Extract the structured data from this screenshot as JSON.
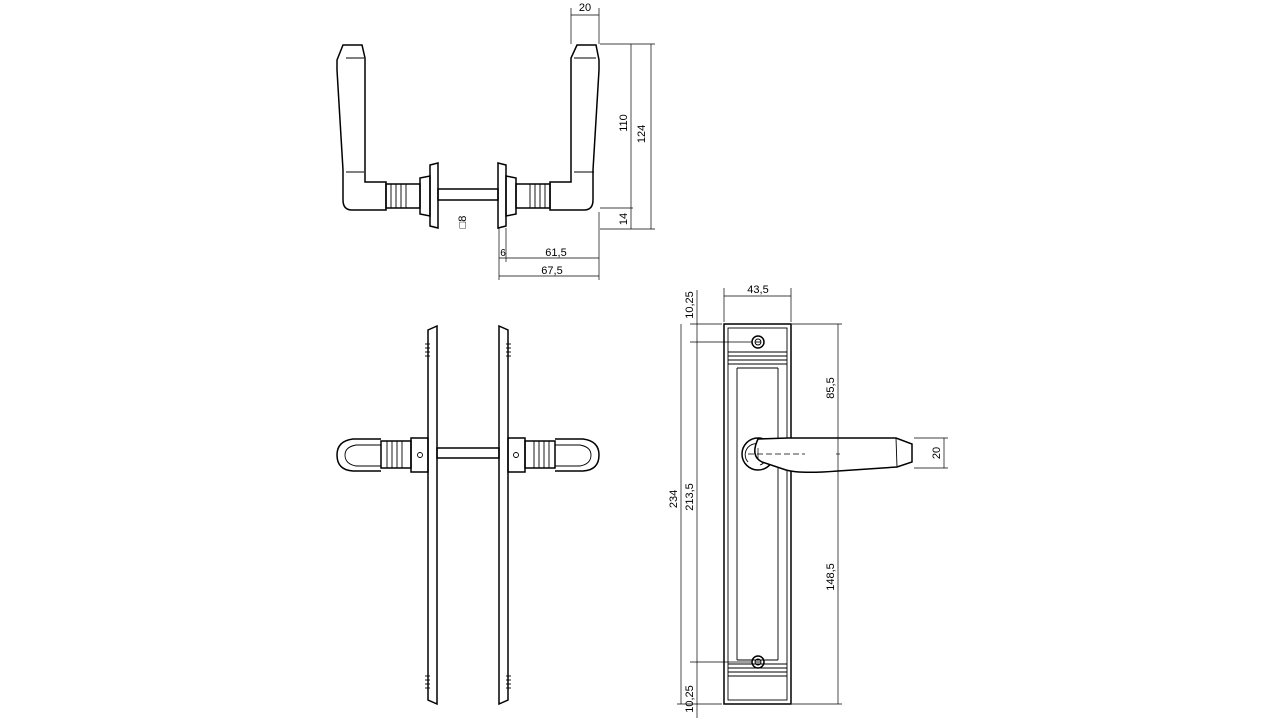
{
  "dimensions": {
    "top_lever_width": "20",
    "rose_height": "110",
    "lever_total_height": "124",
    "spindle_offset": "14",
    "spindle_square": "□8",
    "rose_thickness": "6",
    "lever_projection": "61,5",
    "total_projection": "67,5",
    "plate_width": "43,5",
    "top_screw_offset": "10,25",
    "handle_to_top": "85,5",
    "lever_thickness": "20",
    "plate_height": "234",
    "screw_distance": "213,5",
    "handle_to_bottom": "148,5",
    "bottom_screw_offset": "10,25"
  }
}
